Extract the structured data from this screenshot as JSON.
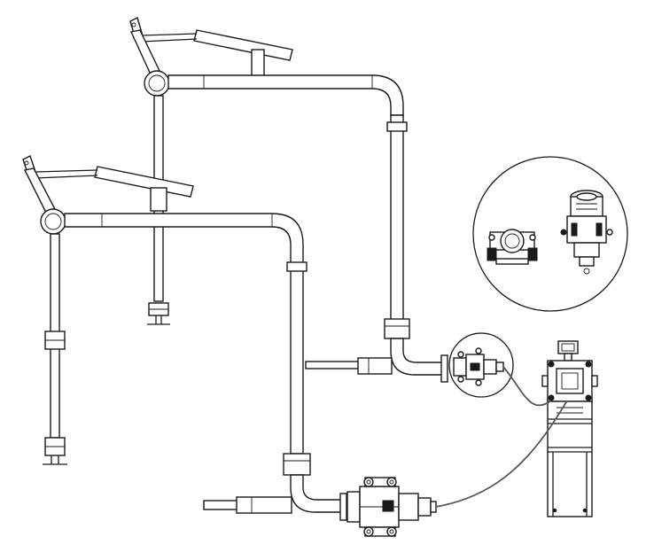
{
  "diagram": {
    "kind": "technical line drawing",
    "text_present": false,
    "components": [
      {
        "name": "loading-arm-upper"
      },
      {
        "name": "loading-arm-lower"
      },
      {
        "name": "coupler-upper"
      },
      {
        "name": "coupler-lower"
      },
      {
        "name": "control-box"
      },
      {
        "name": "detail-callout"
      }
    ],
    "colors": {
      "line": "#1a1a1a",
      "cable": "#555555",
      "background": "#ffffff"
    }
  }
}
